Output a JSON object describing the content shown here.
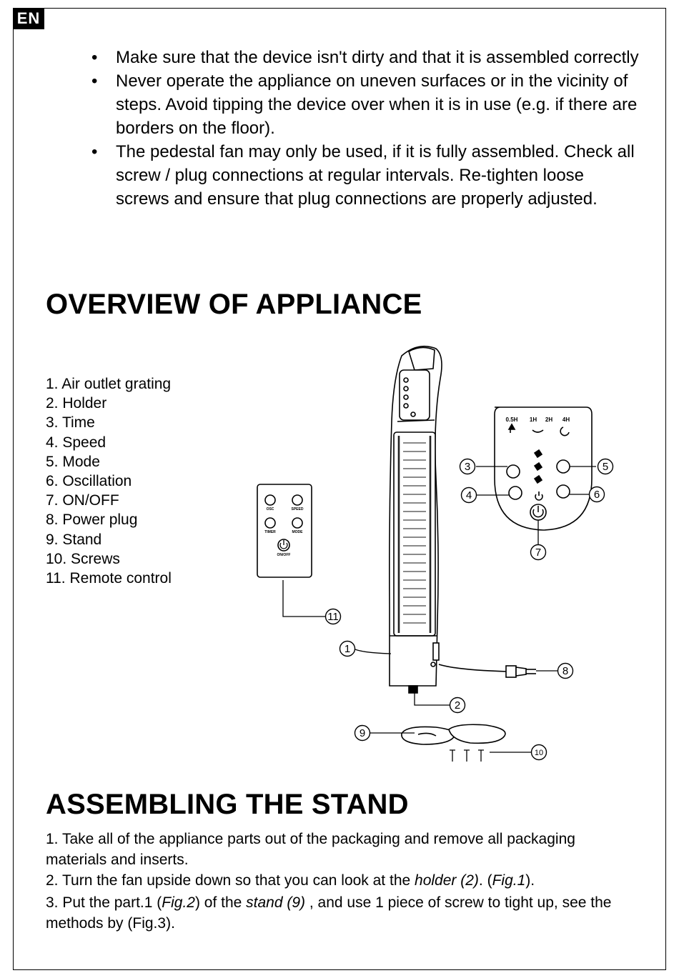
{
  "lang_badge": "EN",
  "safety_bullets": [
    "Make sure that the device isn't dirty and that it is assembled correctly",
    "Never operate the appliance on uneven surfaces or in the vicinity of steps. Avoid tipping the device over when it is in use (e.g. if there are borders on the floor).",
    "The pedestal fan may only be used, if it is fully assembled. Check all screw / plug connections at regular intervals. Re-tighten loose screws and ensure that plug connections are properly adjusted."
  ],
  "overview": {
    "heading": "OVERVIEW OF APPLIANCE",
    "parts": [
      "1. Air outlet grating",
      "2. Holder",
      "3. Time",
      "4. Speed",
      "5. Mode",
      "6. Oscillation",
      "7. ON/OFF",
      "8. Power plug",
      "9. Stand",
      "10. Screws",
      "11. Remote control"
    ],
    "diagram": {
      "callouts": [
        "1",
        "2",
        "3",
        "4",
        "5",
        "6",
        "7",
        "8",
        "9",
        "10",
        "11"
      ],
      "panel_timer_labels": [
        "0.5H",
        "1H",
        "2H",
        "4H"
      ],
      "remote_button_labels": [
        "OSC",
        "SPEED",
        "TIMER",
        "MODE",
        "ON/OFF"
      ]
    }
  },
  "assembling": {
    "heading": "ASSEMBLING THE STAND",
    "step1": "1. Take all of the appliance parts out of the packaging and remove all packaging materials and inserts.",
    "step2": {
      "a": "2. Turn the fan upside down so that you can look at the ",
      "holder": "holder (2)",
      "b": ". (",
      "fig": "Fig.1",
      "c": ")."
    },
    "step3": {
      "a": "3. Put the part.1 (",
      "fig": "Fig.2",
      "b": ") of the ",
      "stand": "stand (9)",
      "c": " , and use 1 piece of screw to tight up, see the methods by (Fig.3)."
    }
  }
}
